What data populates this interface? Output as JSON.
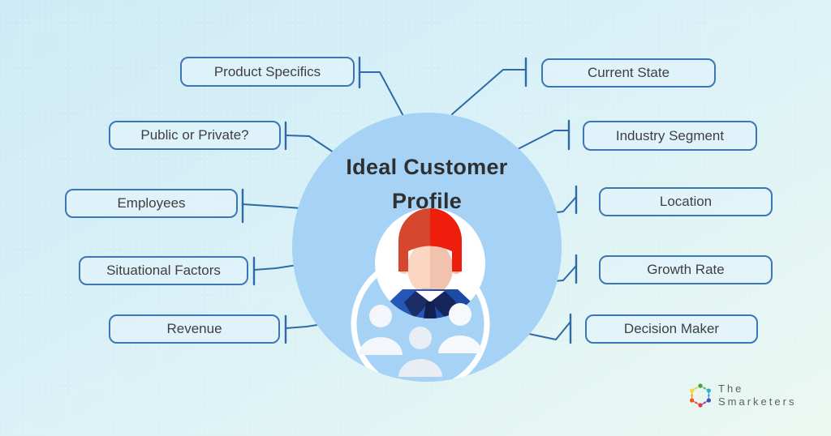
{
  "diagram": {
    "title": {
      "line1": "Ideal Customer",
      "line2": "Profile"
    },
    "left_nodes": [
      {
        "label": "Product Specifics"
      },
      {
        "label": "Public or Private?"
      },
      {
        "label": "Employees"
      },
      {
        "label": "Situational Factors"
      },
      {
        "label": "Revenue"
      }
    ],
    "right_nodes": [
      {
        "label": "Current State"
      },
      {
        "label": "Industry Segment"
      },
      {
        "label": "Location"
      },
      {
        "label": "Growth Rate"
      },
      {
        "label": "Decision Maker"
      }
    ],
    "icons": {
      "center": "person-avatar-with-team-icon"
    },
    "colors": {
      "background_top": "#cdeaf6",
      "background_bottom": "#ecf8f2",
      "circle_fill": "#a6d3f5",
      "box_border": "#3c77b5",
      "box_fill": "#e2f3fb",
      "connector": "#2e6aa8",
      "title_text": "#2f2f2f",
      "label_text": "#3f3f3f",
      "avatar_hair": "#ee1d0c",
      "avatar_suit": "#2557b8"
    }
  },
  "logo": {
    "line1": "The",
    "line2": "Smarketers",
    "text_color": "#5b5f63",
    "icon": "smarketers-hex-logo-icon"
  }
}
